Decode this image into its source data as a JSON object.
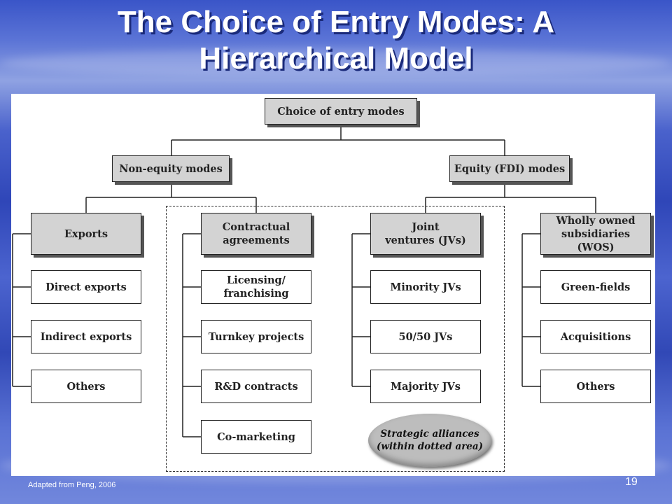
{
  "slide": {
    "title_line1": "The Choice of Entry Modes: A",
    "title_line2": "Hierarchical Model",
    "source": "Adapted from Peng, 2006",
    "page_number": "19"
  },
  "diagram": {
    "root": "Choice of entry modes",
    "non_equity": "Non-equity modes",
    "equity": "Equity (FDI) modes",
    "exports": {
      "header": "Exports",
      "items": [
        "Direct exports",
        "Indirect exports",
        "Others"
      ]
    },
    "contractual": {
      "header": "Contractual\nagreements",
      "items": [
        "Licensing/\nfranchising",
        "Turnkey projects",
        "R&D contracts",
        "Co-marketing"
      ]
    },
    "jv": {
      "header": "Joint\nventures (JVs)",
      "items": [
        "Minority JVs",
        "50/50 JVs",
        "Majority JVs"
      ]
    },
    "wos": {
      "header": "Wholly owned\nsubsidiaries (WOS)",
      "items": [
        "Green-fields",
        "Acquisitions",
        "Others"
      ]
    },
    "alliance_note": "Strategic alliances\n(within dotted area)"
  }
}
